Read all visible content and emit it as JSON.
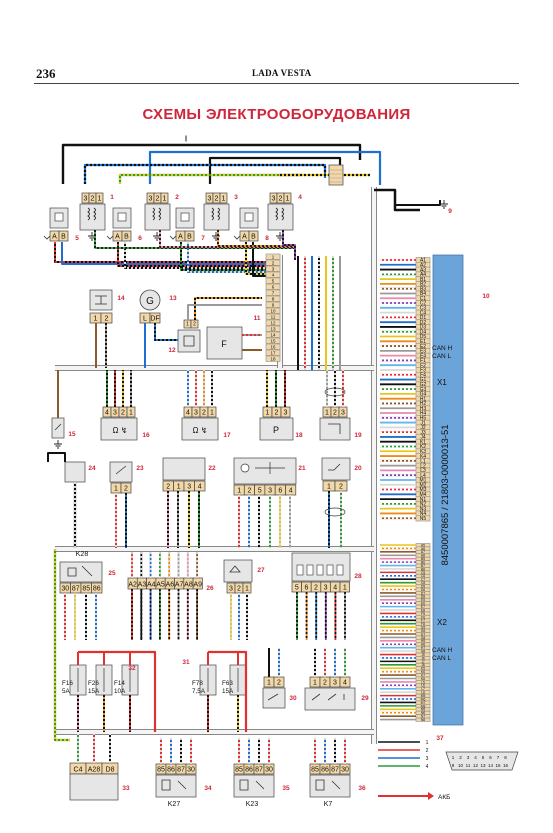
{
  "header": {
    "page_number": "236",
    "book_title": "LADA VESTA"
  },
  "diagram": {
    "title": "СХЕМЫ ЭЛЕКТРООБОРУДОВАНИЯ",
    "ecu_part_number": "8450007865 / 21803-0000013-51",
    "ecu_callout": "10",
    "connector_x1": {
      "label": "X1",
      "pins": [
        "A1",
        "A2",
        "A3",
        "A4",
        "B1",
        "B2",
        "B3",
        "B4",
        "C1",
        "C2",
        "C3",
        "C4",
        "D1",
        "D2",
        "D3",
        "D4",
        "D5",
        "E1",
        "E2",
        "E3",
        "E4",
        "F1",
        "F2",
        "F3",
        "F4",
        "G1",
        "G2",
        "G3",
        "G4",
        "H1",
        "H2",
        "H3",
        "H4",
        "H5",
        "J1",
        "J2",
        "J3",
        "J4",
        "K1",
        "K2",
        "K3",
        "K4",
        "L1",
        "L2",
        "L3",
        "L4",
        "M1",
        "M2",
        "M3",
        "M4",
        "N1",
        "N2",
        "N3",
        "N4",
        "N5"
      ],
      "can_h": "CAN H",
      "can_l": "CAN L"
    },
    "connector_x2": {
      "label": "X2",
      "pins": [
        "A5",
        "A6",
        "A7",
        "A8",
        "B5",
        "B6",
        "B7",
        "B8",
        "C5",
        "C6",
        "C7",
        "C8",
        "D5",
        "D6",
        "D7",
        "D8",
        "E5",
        "E6",
        "E7",
        "E8",
        "F5",
        "F6",
        "F7",
        "F8",
        "G5",
        "G6",
        "G7",
        "G8",
        "H5",
        "H6",
        "H7",
        "H8",
        "J5",
        "J6",
        "J7",
        "J8",
        "K5",
        "K6",
        "K7",
        "K8",
        "L5",
        "L6",
        "L7",
        "L8",
        "M5",
        "M6",
        "M7",
        "M8",
        "N5",
        "N6",
        "N7",
        "N8"
      ],
      "can_h": "CAN H",
      "can_l": "CAN L"
    },
    "components": {
      "ignition_coils": [
        {
          "callout": "1",
          "pins": [
            "3",
            "2",
            "1"
          ]
        },
        {
          "callout": "2",
          "pins": [
            "3",
            "2",
            "1"
          ]
        },
        {
          "callout": "3",
          "pins": [
            "3",
            "2",
            "1"
          ]
        },
        {
          "callout": "4",
          "pins": [
            "3",
            "2",
            "1"
          ]
        }
      ],
      "injectors": [
        {
          "callout": "5",
          "pins": [
            "A",
            "B"
          ]
        },
        {
          "callout": "6",
          "pins": [
            "A",
            "B"
          ]
        },
        {
          "callout": "7",
          "pins": [
            "A",
            "B"
          ]
        },
        {
          "callout": "8",
          "pins": [
            "A",
            "B"
          ]
        }
      ],
      "c11": {
        "callout": "11",
        "label": "F"
      },
      "c12": {
        "callout": "12"
      },
      "c13": {
        "callout": "13",
        "pins": [
          "L",
          "DF"
        ],
        "symbol": "G"
      },
      "c14": {
        "callout": "14",
        "pins": [
          "1",
          "2"
        ]
      },
      "c15": {
        "callout": "15"
      },
      "c16": {
        "callout": "16",
        "pins": [
          "4",
          "3",
          "2",
          "1"
        ]
      },
      "c17": {
        "callout": "17",
        "pins": [
          "4",
          "3",
          "2",
          "1"
        ]
      },
      "c18": {
        "callout": "18",
        "pins": [
          "1",
          "2",
          "3"
        ],
        "label": "P"
      },
      "c19": {
        "callout": "19",
        "pins": [
          "1",
          "2",
          "3"
        ]
      },
      "c20": {
        "callout": "20",
        "pins": [
          "1",
          "2"
        ]
      },
      "c21": {
        "callout": "21",
        "pins": [
          "1",
          "2",
          "5",
          "3",
          "6",
          "4"
        ]
      },
      "c22": {
        "callout": "22",
        "pins": [
          "2",
          "1",
          "3",
          "4"
        ]
      },
      "c23": {
        "callout": "23",
        "pins": [
          "1",
          "2"
        ]
      },
      "c24": {
        "callout": "24"
      },
      "c25": {
        "callout": "25",
        "label": "K28",
        "pins": [
          "30",
          "87",
          "85",
          "86"
        ]
      },
      "c26": {
        "callout": "26",
        "pins": [
          "A2",
          "A3",
          "A4",
          "A5",
          "A6",
          "A7",
          "A8",
          "A9"
        ]
      },
      "c27": {
        "callout": "27",
        "pins": [
          "3",
          "2",
          "1"
        ]
      },
      "c28": {
        "callout": "28",
        "pins": [
          "5",
          "6",
          "2",
          "3",
          "4",
          "1"
        ]
      },
      "c29": {
        "callout": "29",
        "pins": [
          "1",
          "2",
          "3",
          "4"
        ]
      },
      "c30": {
        "callout": "30",
        "pins": [
          "1",
          "2"
        ]
      },
      "c31": {
        "callout": "31"
      },
      "c32": {
        "callout": "32"
      },
      "c33": {
        "callout": "33",
        "pins": [
          "C4",
          "A28",
          "D8"
        ]
      },
      "c34": {
        "callout": "34",
        "label": "K27",
        "pins": [
          "85",
          "86",
          "87",
          "30"
        ]
      },
      "c35": {
        "callout": "35",
        "label": "K23",
        "pins": [
          "85",
          "86",
          "87",
          "30"
        ]
      },
      "c36": {
        "callout": "36",
        "label": "K7",
        "pins": [
          "85",
          "86",
          "87",
          "30"
        ]
      },
      "c37": {
        "callout": "37",
        "pins": [
          "1",
          "2",
          "3",
          "4",
          "5",
          "6",
          "7",
          "8",
          "9",
          "10",
          "11",
          "12",
          "13",
          "14",
          "15",
          "16"
        ]
      }
    },
    "fuses": [
      {
        "name": "F16",
        "rating": "5A"
      },
      {
        "name": "F26",
        "rating": "15A"
      },
      {
        "name": "F14",
        "rating": "10A"
      },
      {
        "name": "F78",
        "rating": "7,5A"
      },
      {
        "name": "F63",
        "rating": "15A"
      }
    ],
    "battery_label": "АКБ",
    "colors": {
      "red": "#e03030",
      "blue": "#1f6fd1",
      "black": "#111111",
      "green": "#2d9a35",
      "yellow": "#e8c61a",
      "orange": "#f08a1c",
      "brown": "#8a5a2b",
      "gray": "#9a9a9a",
      "pink": "#e88aa8",
      "violet": "#8a3fb0",
      "lightblue": "#5fb8e8",
      "white": "#d8d8d8",
      "ecu": "#6ba4d9",
      "component": "#e6e6e6",
      "pin_tan": "#f2d8a8",
      "accent": "#d0263a"
    }
  }
}
